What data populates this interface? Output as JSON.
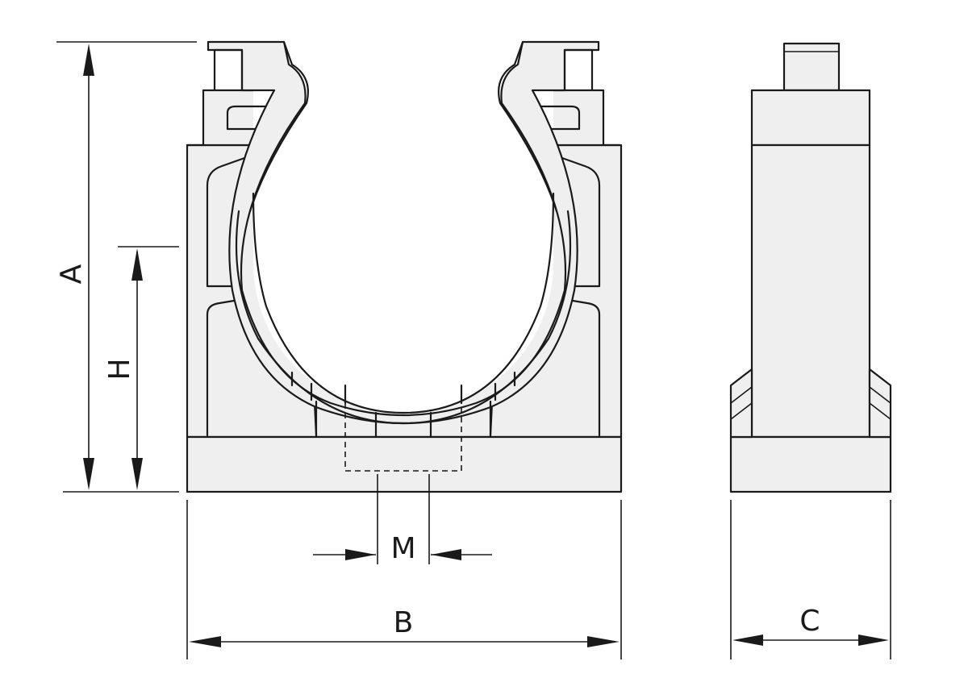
{
  "drawing": {
    "line_color": "#1a1a1a",
    "fill_color": "#efefef",
    "background": "#ffffff",
    "dimensions": {
      "a": {
        "label": "A"
      },
      "h": {
        "label": "H"
      },
      "m": {
        "label": "M"
      },
      "b": {
        "label": "B"
      },
      "c": {
        "label": "C"
      }
    }
  }
}
